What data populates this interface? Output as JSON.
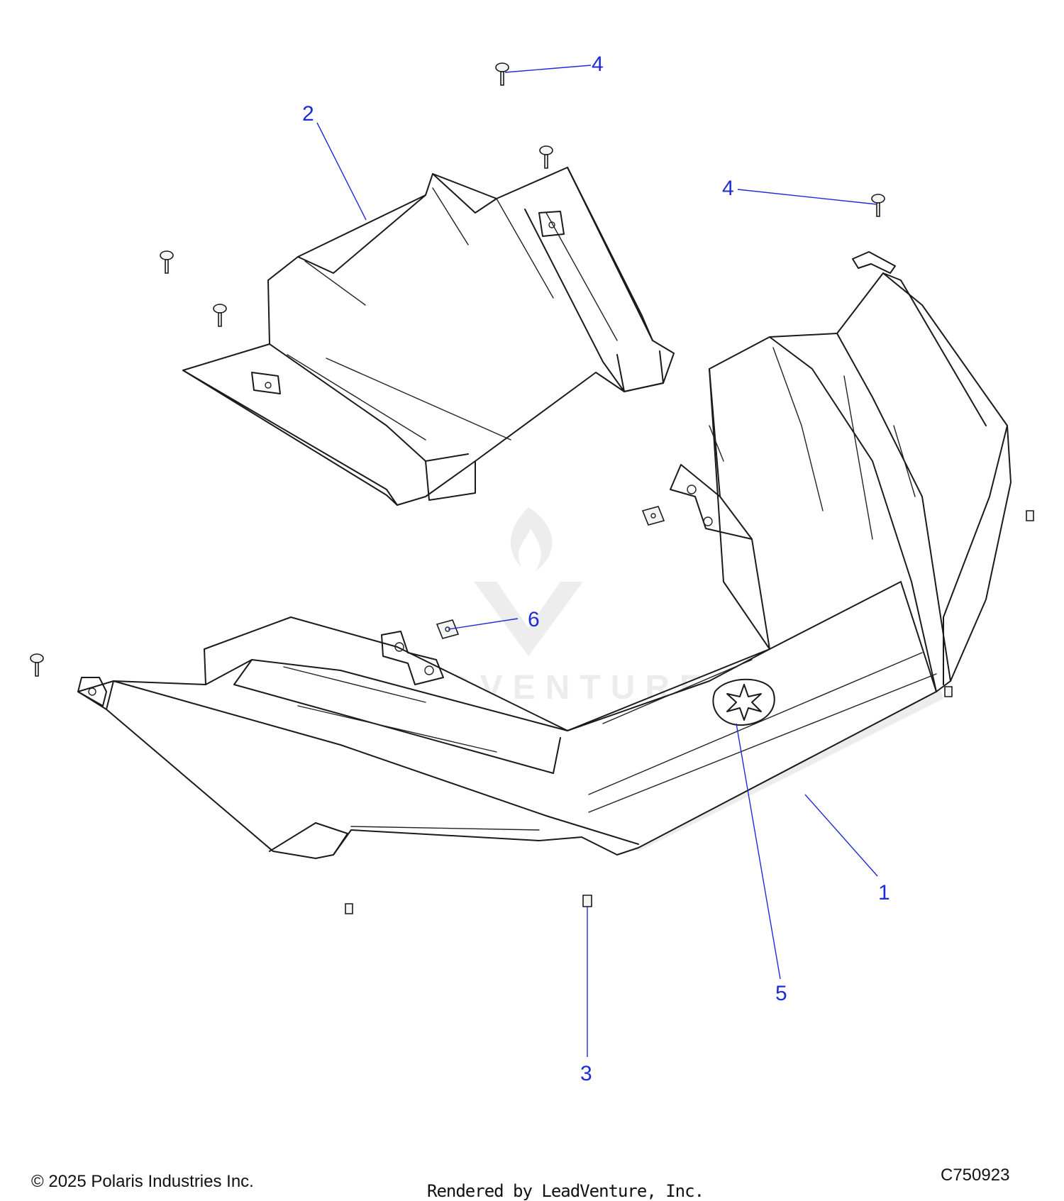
{
  "callouts": [
    {
      "id": "callout-1",
      "label": "1"
    },
    {
      "id": "callout-2",
      "label": "2"
    },
    {
      "id": "callout-3",
      "label": "3"
    },
    {
      "id": "callout-4a",
      "label": "4"
    },
    {
      "id": "callout-4b",
      "label": "4"
    },
    {
      "id": "callout-5",
      "label": "5"
    },
    {
      "id": "callout-6",
      "label": "6"
    }
  ],
  "watermark": {
    "text": "LEADVENTURE"
  },
  "footer": {
    "copyright": "© 2025 Polaris Industries Inc.",
    "rendered_by": "Rendered by LeadVenture, Inc.",
    "diagram_code": "C750923"
  },
  "colors": {
    "callout": "#1f2bd6",
    "line": "#1a1a1a"
  }
}
